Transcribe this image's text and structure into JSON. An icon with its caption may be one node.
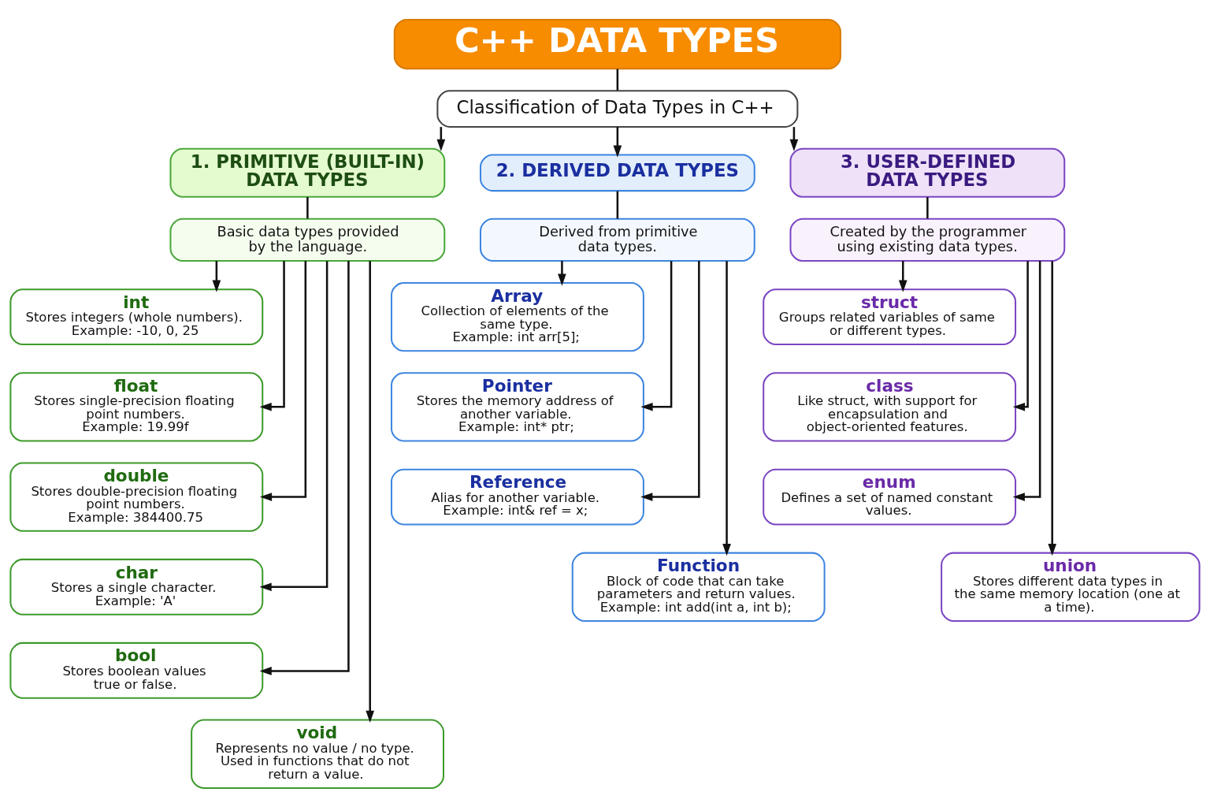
{
  "diagram": {
    "nodes": [
      {
        "text": [
          "C++ DATA TYPES"
        ]
      },
      {
        "text": [
          "Classification of Data Types in C++"
        ]
      },
      {
        "text": [
          "1. PRIMITIVE (BUILT-IN) DATA TYPES"
        ]
      },
      {
        "text": [
          "Basic data types provided by the language."
        ]
      },
      {
        "text": [
          "int",
          "Stores integers (whole numbers).",
          "Example: -10, 0, 25"
        ]
      },
      {
        "text": [
          "float",
          "Stores single-precision floating point numbers.",
          "Example: 19.99f"
        ]
      },
      {
        "text": [
          "double",
          "Stores double-precision floating point numbers.",
          "Example: 384400.75"
        ]
      },
      {
        "text": [
          "char",
          "Stores a single character.",
          "Example: 'A'"
        ]
      },
      {
        "text": [
          "bool",
          "Stores boolean values true or false."
        ]
      },
      {
        "text": [
          "void",
          "Represents no value / no type. Used in functions that do not return a value."
        ]
      },
      {
        "text": [
          "2. DERIVED DATA TYPES"
        ]
      },
      {
        "text": [
          "Derived from primitive data types."
        ]
      },
      {
        "text": [
          "Array",
          "Collection of elements of the same type.",
          "Example: int arr[5];"
        ]
      },
      {
        "text": [
          "Pointer",
          "Stores the memory address of another variable.",
          "Example: int* ptr;"
        ]
      },
      {
        "text": [
          "Reference",
          "Alias for another variable.",
          "Example: int& ref = x;"
        ]
      },
      {
        "text": [
          "Function",
          "Block of code that can take parameters and return values.",
          "Example: int add(int a, int b);"
        ]
      },
      {
        "text": [
          "3. USER-DEFINED DATA TYPES"
        ]
      },
      {
        "text": [
          "Created by the programmer using existing data types."
        ]
      },
      {
        "text": [
          "struct",
          "Groups related variables of same or different types."
        ]
      },
      {
        "text": [
          "class",
          "Like struct, with support for encapsulation and object-oriented features."
        ]
      },
      {
        "text": [
          "enum",
          "Defines a set of named constant values."
        ]
      },
      {
        "text": [
          "union",
          "Stores different data types in the same memory location (one at a time)."
        ]
      }
    ],
    "edges": [
      {
        "from": 0,
        "to": 1,
        "arrow": "none"
      },
      {
        "from": 1,
        "to": 2,
        "arrow": "to"
      },
      {
        "from": 1,
        "to": 10,
        "arrow": "to"
      },
      {
        "from": 1,
        "to": 16,
        "arrow": "to"
      },
      {
        "from": 2,
        "to": 3,
        "arrow": "none"
      },
      {
        "from": 3,
        "to": 4,
        "arrow": "to"
      },
      {
        "from": 3,
        "to": 5,
        "arrow": "to"
      },
      {
        "from": 3,
        "to": 6,
        "arrow": "to"
      },
      {
        "from": 3,
        "to": 7,
        "arrow": "to"
      },
      {
        "from": 3,
        "to": 8,
        "arrow": "to"
      },
      {
        "from": 3,
        "to": 9,
        "arrow": "to"
      },
      {
        "from": 10,
        "to": 11,
        "arrow": "none"
      },
      {
        "from": 11,
        "to": 12,
        "arrow": "to"
      },
      {
        "from": 11,
        "to": 13,
        "arrow": "to"
      },
      {
        "from": 11,
        "to": 14,
        "arrow": "to"
      },
      {
        "from": 11,
        "to": 15,
        "arrow": "to"
      },
      {
        "from": 16,
        "to": 17,
        "arrow": "none"
      },
      {
        "from": 17,
        "to": 18,
        "arrow": "to"
      },
      {
        "from": 17,
        "to": 19,
        "arrow": "to"
      },
      {
        "from": 17,
        "to": 20,
        "arrow": "to"
      },
      {
        "from": 17,
        "to": 21,
        "arrow": "to"
      }
    ]
  }
}
